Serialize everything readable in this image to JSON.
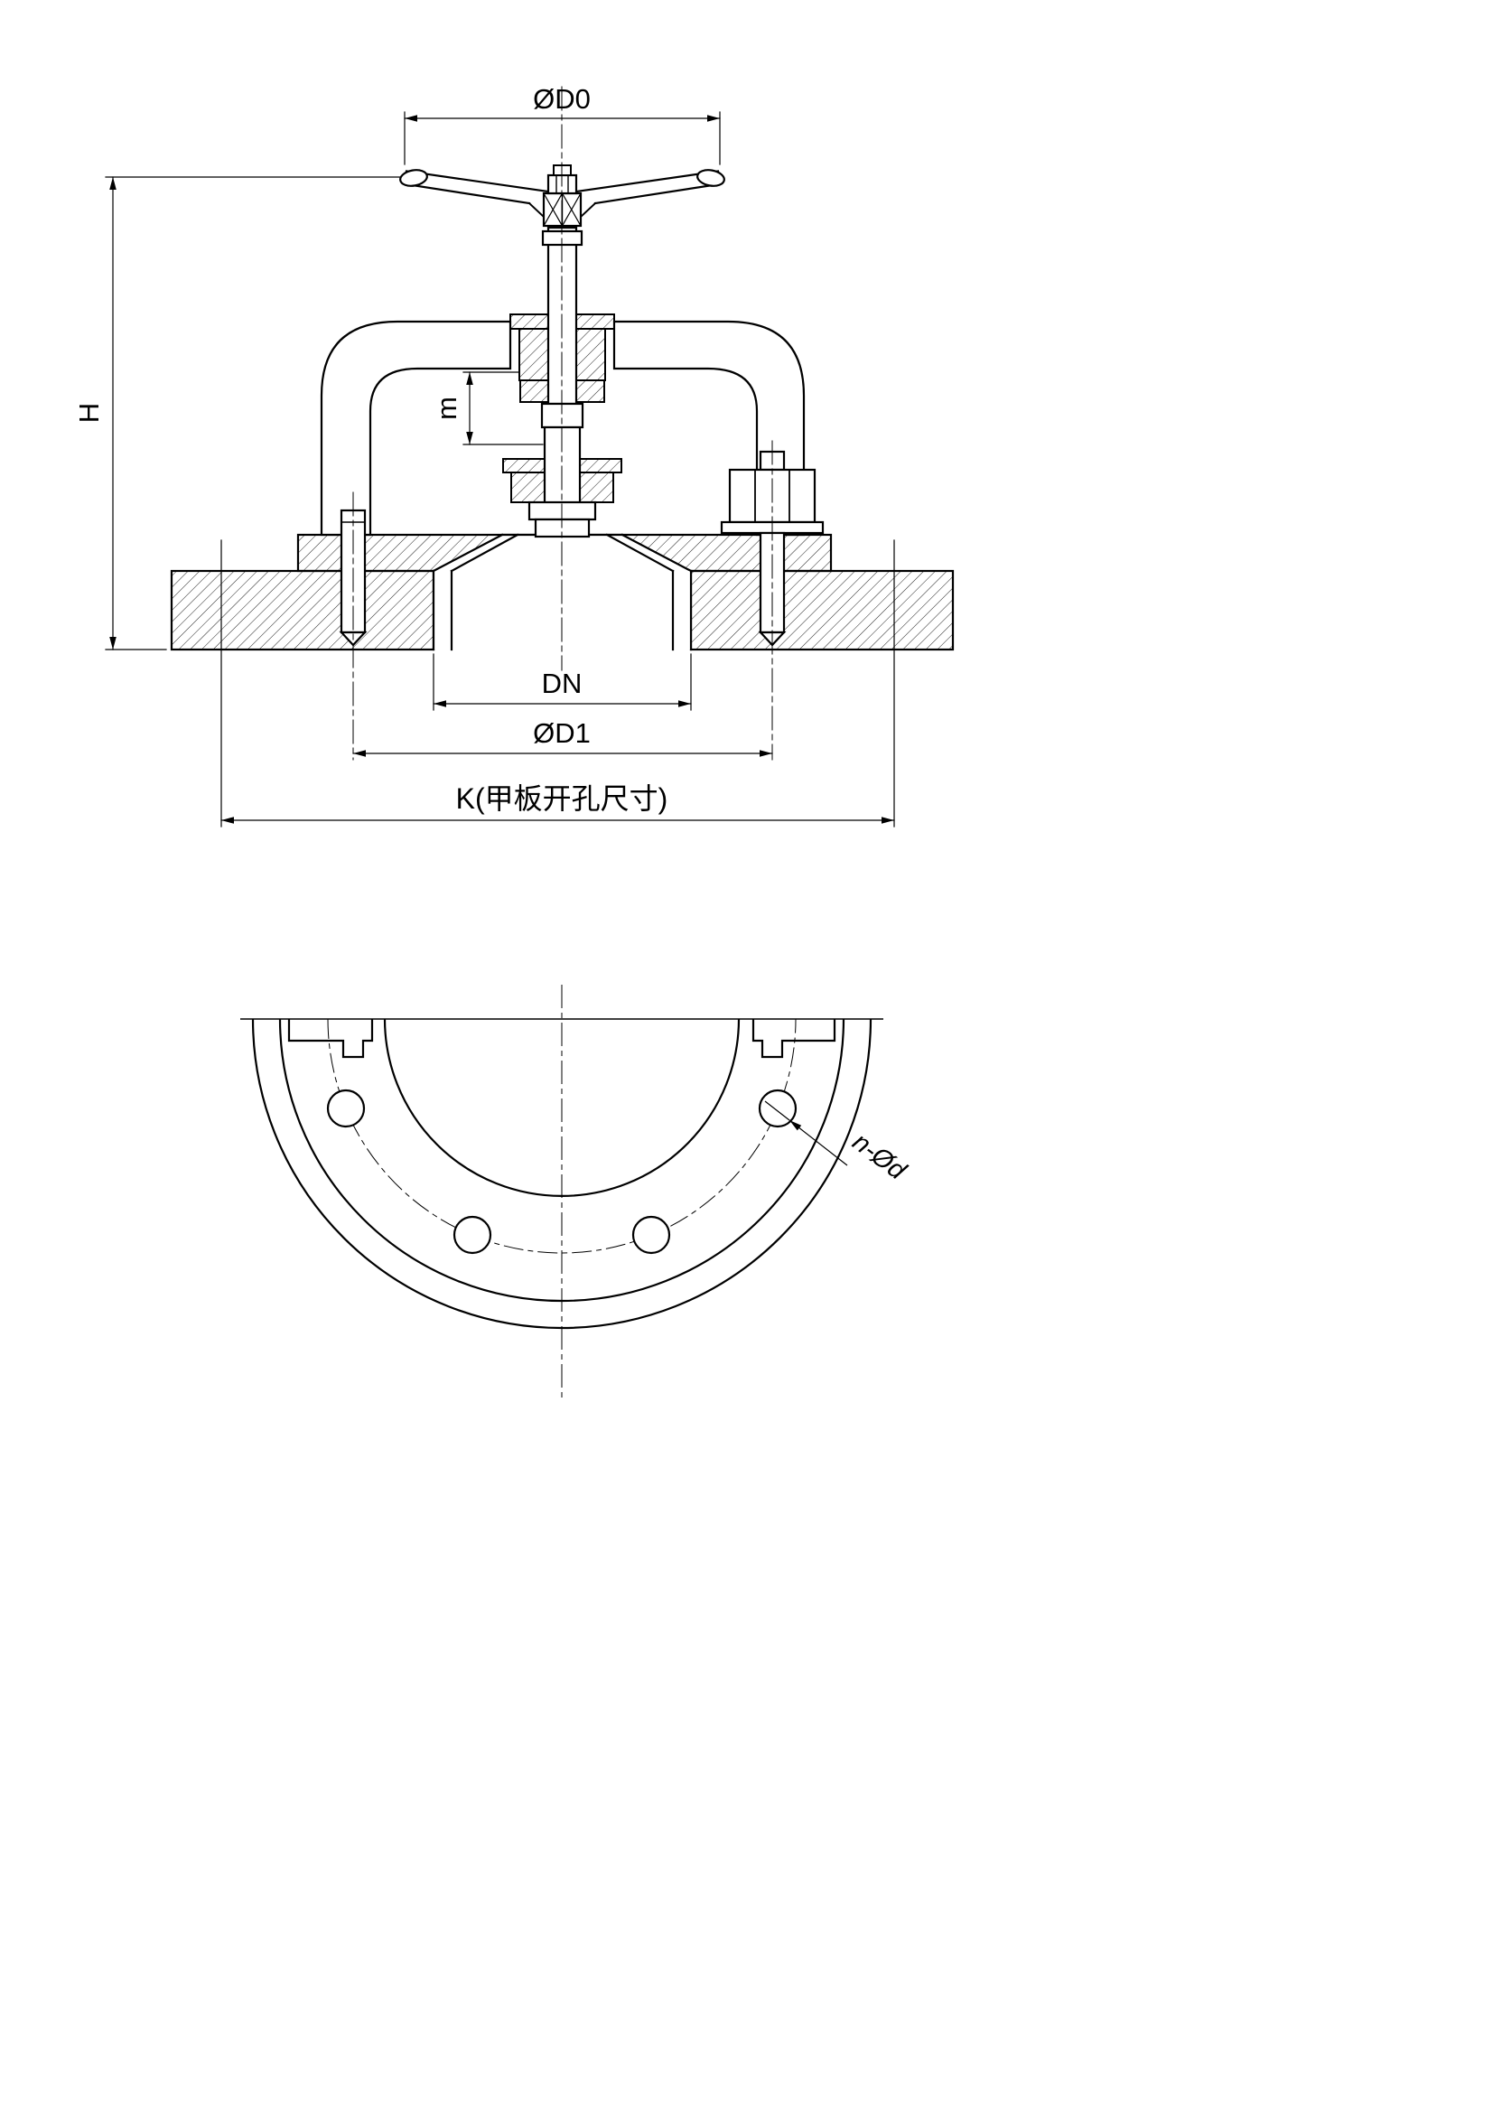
{
  "diagram": {
    "kind": "valve-assembly-engineering-drawing",
    "colors": {
      "line": "#000000",
      "background": "#ffffff"
    },
    "labels": {
      "handwheel_diameter": "ØD0",
      "height": "H",
      "travel": "m",
      "nominal_diameter": "DN",
      "bolt_circle_diameter": "ØD1",
      "deck_opening": "K(甲板开孔尺寸)",
      "bolt_holes": "n-Ød"
    },
    "bottom_view": {
      "visible_bolt_holes": 4
    }
  }
}
